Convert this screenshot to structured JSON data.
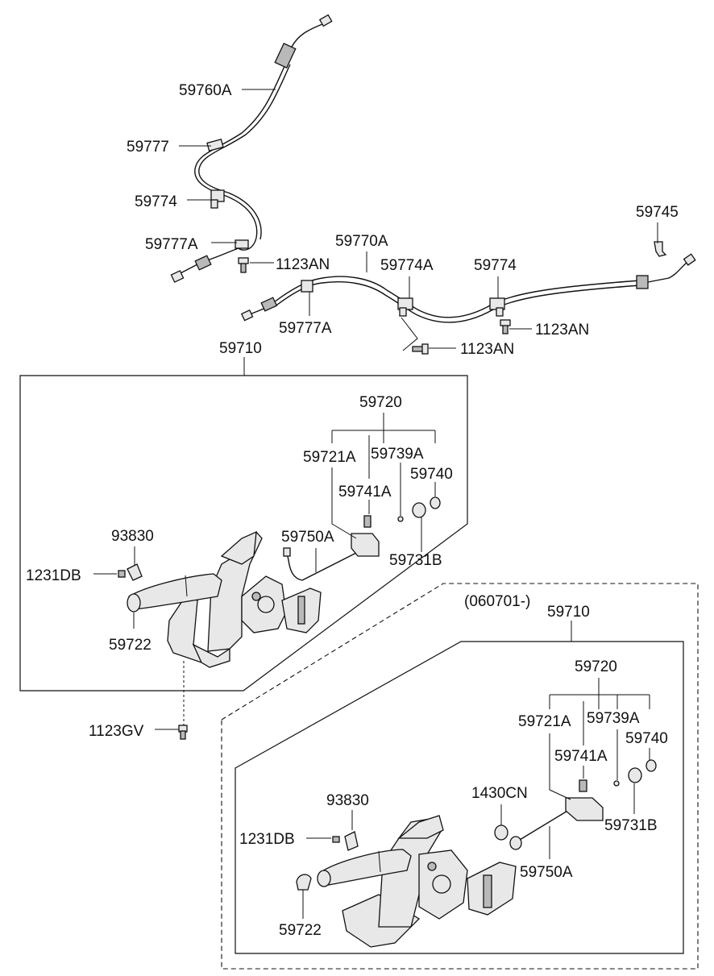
{
  "labels": {
    "l_59760A": "59760A",
    "l_59777": "59777",
    "l_59774_top": "59774",
    "l_59777A_top": "59777A",
    "l_1123AN_a": "1123AN",
    "l_59770A": "59770A",
    "l_59774A": "59774A",
    "l_59774_right": "59774",
    "l_59745": "59745",
    "l_59777A_low": "59777A",
    "l_1123AN_b": "1123AN",
    "l_1123AN_c": "1123AN",
    "l_59710_a": "59710",
    "l_59720_a": "59720",
    "l_59721A_a": "59721A",
    "l_59739A_a": "59739A",
    "l_59740_a": "59740",
    "l_59741A_a": "59741A",
    "l_59750A_a": "59750A",
    "l_59731B_a": "59731B",
    "l_93830_a": "93830",
    "l_1231DB_a": "1231DB",
    "l_59722_a": "59722",
    "l_1123GV": "1123GV",
    "l_060701": "(060701-)",
    "l_59710_b": "59710",
    "l_59720_b": "59720",
    "l_59721A_b": "59721A",
    "l_59739A_b": "59739A",
    "l_59740_b": "59740",
    "l_59741A_b": "59741A",
    "l_1430CN": "1430CN",
    "l_59731B_b": "59731B",
    "l_93830_b": "93830",
    "l_1231DB_b": "1231DB",
    "l_59750A_b": "59750A",
    "l_59722_b": "59722"
  }
}
